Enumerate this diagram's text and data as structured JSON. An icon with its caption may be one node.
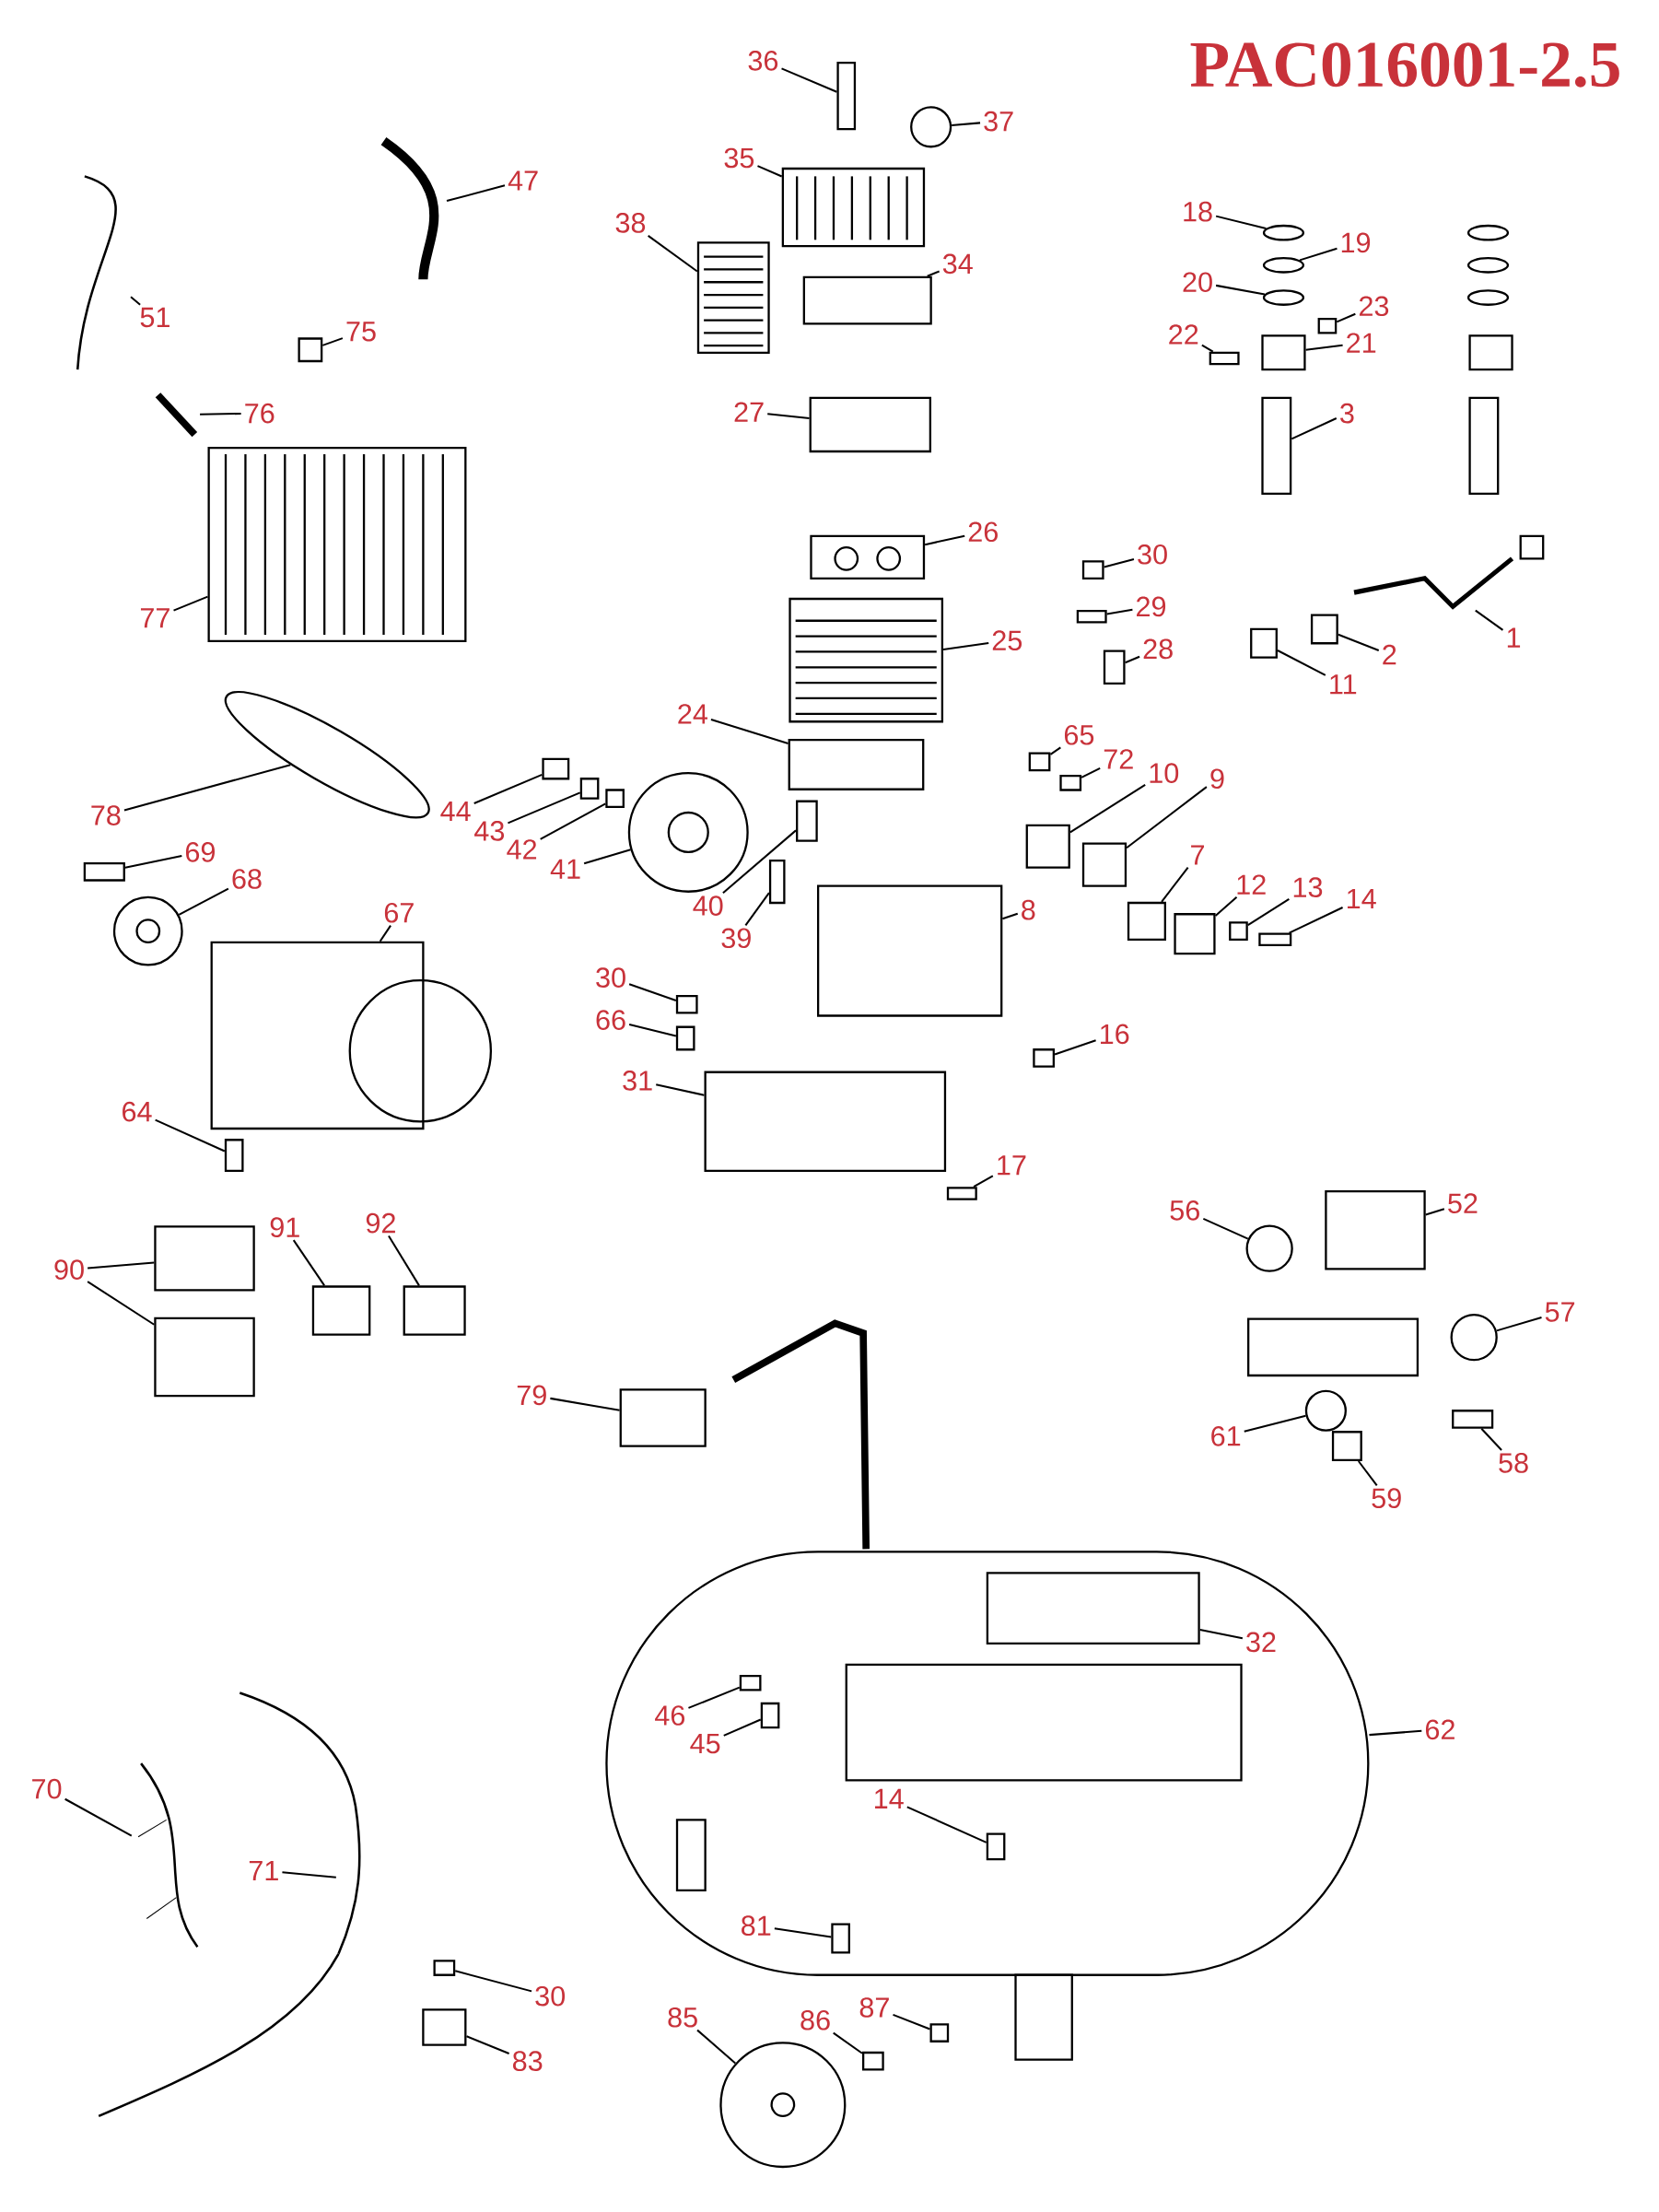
{
  "diagram": {
    "title": "PAC016001-2.5",
    "nodes": [
      {
        "text": [],
        "shape": "cylinder"
      },
      {
        "text": [
          "36"
        ]
      },
      {
        "text": [
          "37"
        ]
      },
      {
        "text": [
          "35"
        ]
      },
      {
        "text": [
          "47"
        ]
      },
      {
        "text": [
          "38"
        ]
      },
      {
        "text": [
          "34"
        ]
      },
      {
        "text": [
          "51"
        ]
      },
      {
        "text": [
          "75"
        ]
      },
      {
        "text": [
          "76"
        ]
      },
      {
        "text": [
          "27"
        ]
      },
      {
        "text": [
          "18"
        ]
      },
      {
        "text": [
          "19"
        ]
      },
      {
        "text": [
          "20"
        ]
      },
      {
        "text": [
          "23"
        ]
      },
      {
        "text": [
          "22"
        ]
      },
      {
        "text": [
          "21"
        ]
      },
      {
        "text": [
          "3"
        ]
      },
      {
        "text": [
          "26"
        ]
      },
      {
        "text": [
          "30"
        ]
      },
      {
        "text": [
          "29"
        ]
      },
      {
        "text": [
          "28"
        ]
      },
      {
        "text": [
          "77"
        ]
      },
      {
        "text": [
          "1"
        ]
      },
      {
        "text": [
          "2"
        ]
      },
      {
        "text": [
          "11"
        ]
      },
      {
        "text": [
          "25"
        ]
      },
      {
        "text": [
          "24"
        ]
      },
      {
        "text": [
          "78"
        ]
      },
      {
        "text": [
          "65"
        ]
      },
      {
        "text": [
          "72"
        ]
      },
      {
        "text": [
          "10"
        ]
      },
      {
        "text": [
          "9"
        ]
      },
      {
        "text": [
          "44"
        ]
      },
      {
        "text": [
          "43"
        ]
      },
      {
        "text": [
          "42"
        ]
      },
      {
        "text": [
          "41"
        ]
      },
      {
        "text": [
          "69"
        ]
      },
      {
        "text": [
          "68"
        ]
      },
      {
        "text": [
          "40"
        ]
      },
      {
        "text": [
          "39"
        ]
      },
      {
        "text": [
          "7"
        ]
      },
      {
        "text": [
          "8"
        ]
      },
      {
        "text": [
          "12"
        ]
      },
      {
        "text": [
          "13"
        ]
      },
      {
        "text": [
          "14"
        ]
      },
      {
        "text": [
          "67"
        ]
      },
      {
        "text": [
          "30"
        ]
      },
      {
        "text": [
          "66"
        ]
      },
      {
        "text": [
          "16"
        ]
      },
      {
        "text": [
          "31"
        ]
      },
      {
        "text": [
          "64"
        ]
      },
      {
        "text": [
          "17"
        ]
      },
      {
        "text": [
          "56"
        ]
      },
      {
        "text": [
          "52"
        ]
      },
      {
        "text": [
          "90"
        ]
      },
      {
        "text": [
          "91"
        ]
      },
      {
        "text": [
          "92"
        ]
      },
      {
        "text": [
          "57"
        ]
      },
      {
        "text": [
          "79"
        ]
      },
      {
        "text": [
          "61"
        ]
      },
      {
        "text": [
          "58"
        ]
      },
      {
        "text": [
          "59"
        ]
      },
      {
        "text": [
          "32"
        ],
        "in": 0
      },
      {
        "text": [
          "62"
        ]
      },
      {
        "text": [
          "46"
        ],
        "in": 0
      },
      {
        "text": [
          "45"
        ],
        "in": 0
      },
      {
        "text": [
          "14"
        ],
        "in": 0
      },
      {
        "text": [
          "70"
        ]
      },
      {
        "text": [
          "71"
        ]
      },
      {
        "text": [
          "81"
        ],
        "in": 0
      },
      {
        "text": [
          "30"
        ]
      },
      {
        "text": [
          "87"
        ]
      },
      {
        "text": [
          "85"
        ]
      },
      {
        "text": [
          "86"
        ]
      },
      {
        "text": [
          "83"
        ]
      },
      {
        "text": [],
        "shape": "box"
      },
      {
        "text": [],
        "shape": "circle"
      },
      {
        "text": [],
        "shape": "box"
      },
      {
        "text": [],
        "shape": "picture"
      },
      {
        "text": [],
        "shape": "box"
      },
      {
        "text": [],
        "shape": "box"
      },
      {
        "text": [],
        "shape": "picture"
      },
      {
        "text": [],
        "shape": "box"
      },
      {
        "text": [],
        "shape": "picture"
      },
      {
        "text": [],
        "shape": "box"
      },
      {
        "text": [],
        "shape": "ellipse"
      },
      {
        "text": [],
        "shape": "ellipse"
      },
      {
        "text": [],
        "shape": "ellipse"
      },
      {
        "text": [],
        "shape": "box"
      },
      {
        "text": [],
        "shape": "box"
      },
      {
        "text": [],
        "shape": "box"
      },
      {
        "text": [],
        "shape": "box"
      },
      {
        "text": [],
        "shape": "box"
      },
      {
        "text": [],
        "shape": "box"
      },
      {
        "text": [],
        "shape": "box"
      },
      {
        "text": [],
        "shape": "box"
      },
      {
        "text": [],
        "shape": "box"
      },
      {
        "text": [],
        "shape": "picture"
      },
      {
        "text": [],
        "shape": "box"
      },
      {
        "text": [],
        "shape": "box"
      },
      {
        "text": [],
        "shape": "box"
      },
      {
        "text": [],
        "shape": "box"
      },
      {
        "text": [],
        "shape": "ellipse"
      },
      {
        "text": [],
        "shape": "box"
      },
      {
        "text": [],
        "shape": "box"
      },
      {
        "text": [],
        "shape": "box"
      },
      {
        "text": [],
        "shape": "box"
      },
      {
        "text": [],
        "shape": "box"
      },
      {
        "text": [],
        "shape": "box"
      },
      {
        "text": [],
        "shape": "box"
      },
      {
        "text": [],
        "shape": "circle"
      },
      {
        "text": [],
        "shape": "box"
      },
      {
        "text": [],
        "shape": "circle"
      },
      {
        "text": [],
        "shape": "box"
      },
      {
        "text": [],
        "shape": "box"
      },
      {
        "text": [],
        "shape": "box"
      },
      {
        "text": [],
        "shape": "box"
      },
      {
        "text": [],
        "shape": "box"
      },
      {
        "text": [],
        "shape": "box"
      },
      {
        "text": [],
        "shape": "box"
      },
      {
        "text": [],
        "shape": "box"
      },
      {
        "text": [],
        "shape": "box"
      },
      {
        "text": [],
        "shape": "box"
      },
      {
        "text": [],
        "shape": "box"
      },
      {
        "text": [],
        "shape": "box"
      },
      {
        "text": [],
        "shape": "box"
      },
      {
        "text": [],
        "shape": "box"
      },
      {
        "text": [],
        "shape": "circle"
      },
      {
        "text": [],
        "shape": "box"
      },
      {
        "text": [],
        "shape": "box"
      },
      {
        "text": [],
        "shape": "box"
      },
      {
        "text": [],
        "shape": "box"
      },
      {
        "text": [],
        "shape": "box"
      },
      {
        "text": [],
        "shape": "circle"
      },
      {
        "text": [],
        "shape": "box"
      },
      {
        "text": [],
        "shape": "circle"
      },
      {
        "text": [],
        "shape": "box"
      },
      {
        "text": [],
        "shape": "box"
      },
      {
        "text": [],
        "shape": "box",
        "in": 0
      },
      {
        "text": [],
        "shape": "box",
        "in": 0
      },
      {
        "text": [],
        "shape": "box",
        "in": 0
      },
      {
        "text": [],
        "shape": "box",
        "in": 0
      },
      {
        "text": [],
        "shape": "picture"
      },
      {
        "text": [],
        "shape": "picture"
      },
      {
        "text": [],
        "shape": "box",
        "in": 0
      },
      {
        "text": [],
        "shape": "box"
      },
      {
        "text": [],
        "shape": "box"
      },
      {
        "text": [],
        "shape": "circle"
      },
      {
        "text": [],
        "shape": "box"
      },
      {
        "text": [],
        "shape": "box"
      }
    ],
    "edges": [
      {
        "from": 1,
        "to": 76,
        "arrow": "none"
      },
      {
        "from": 2,
        "to": 77,
        "arrow": "none"
      },
      {
        "from": 3,
        "to": 78,
        "arrow": "none"
      },
      {
        "from": 4,
        "to": 79,
        "arrow": "none"
      },
      {
        "from": 5,
        "to": 80,
        "arrow": "none"
      },
      {
        "from": 6,
        "to": 81,
        "arrow": "none"
      },
      {
        "from": 7,
        "to": 82,
        "arrow": "none"
      },
      {
        "from": 8,
        "to": 83,
        "arrow": "none"
      },
      {
        "from": 9,
        "to": 84,
        "arrow": "none"
      },
      {
        "from": 10,
        "to": 85,
        "arrow": "none"
      },
      {
        "from": 11,
        "to": 86,
        "arrow": "none"
      },
      {
        "from": 12,
        "to": 87,
        "arrow": "none"
      },
      {
        "from": 13,
        "to": 88,
        "arrow": "none"
      },
      {
        "from": 14,
        "to": 89,
        "arrow": "none"
      },
      {
        "from": 15,
        "to": 90,
        "arrow": "none"
      },
      {
        "from": 16,
        "to": 91,
        "arrow": "none"
      },
      {
        "from": 17,
        "to": 92,
        "arrow": "none"
      },
      {
        "from": 18,
        "to": 93,
        "arrow": "none"
      },
      {
        "from": 19,
        "to": 94,
        "arrow": "none"
      },
      {
        "from": 20,
        "to": 95,
        "arrow": "none"
      },
      {
        "from": 21,
        "to": 96,
        "arrow": "none"
      },
      {
        "from": 22,
        "to": 97,
        "arrow": "none"
      },
      {
        "from": 23,
        "to": 98,
        "arrow": "none"
      },
      {
        "from": 24,
        "to": 99,
        "arrow": "none"
      },
      {
        "from": 25,
        "to": 100,
        "arrow": "none"
      },
      {
        "from": 26,
        "to": 101,
        "arrow": "none"
      },
      {
        "from": 27,
        "to": 102,
        "arrow": "none"
      },
      {
        "from": 28,
        "to": 103,
        "arrow": "none"
      },
      {
        "from": 29,
        "to": 104,
        "arrow": "none"
      },
      {
        "from": 30,
        "to": 105,
        "arrow": "none"
      },
      {
        "from": 31,
        "to": 106,
        "arrow": "none"
      },
      {
        "from": 32,
        "to": 107,
        "arrow": "none"
      },
      {
        "from": 33,
        "to": 108,
        "arrow": "none"
      },
      {
        "from": 34,
        "to": 109,
        "arrow": "none"
      },
      {
        "from": 35,
        "to": 110,
        "arrow": "none"
      },
      {
        "from": 36,
        "to": 111,
        "arrow": "none"
      },
      {
        "from": 37,
        "to": 112,
        "arrow": "none"
      },
      {
        "from": 38,
        "to": 113,
        "arrow": "none"
      },
      {
        "from": 39,
        "to": 114,
        "arrow": "none"
      },
      {
        "from": 40,
        "to": 115,
        "arrow": "none"
      },
      {
        "from": 41,
        "to": 116,
        "arrow": "none"
      },
      {
        "from": 42,
        "to": 117,
        "arrow": "none"
      },
      {
        "from": 43,
        "to": 118,
        "arrow": "none"
      },
      {
        "from": 44,
        "to": 119,
        "arrow": "none"
      },
      {
        "from": 45,
        "to": 120,
        "arrow": "none"
      },
      {
        "from": 46,
        "to": 121,
        "arrow": "none"
      },
      {
        "from": 47,
        "to": 122,
        "arrow": "none"
      },
      {
        "from": 48,
        "to": 123,
        "arrow": "none"
      },
      {
        "from": 49,
        "to": 124,
        "arrow": "none"
      },
      {
        "from": 50,
        "to": 125,
        "arrow": "none"
      },
      {
        "from": 51,
        "to": 126,
        "arrow": "none"
      },
      {
        "from": 52,
        "to": 127,
        "arrow": "none"
      },
      {
        "from": 53,
        "to": 128,
        "arrow": "none"
      },
      {
        "from": 54,
        "to": 129,
        "arrow": "none"
      },
      {
        "from": 55,
        "to": 130,
        "arrow": "none"
      },
      {
        "from": 55,
        "to": 131,
        "arrow": "none"
      },
      {
        "from": 56,
        "to": 132,
        "arrow": "none"
      },
      {
        "from": 57,
        "to": 133,
        "arrow": "none"
      },
      {
        "from": 58,
        "to": 134,
        "arrow": "none"
      },
      {
        "from": 59,
        "to": 135,
        "arrow": "none"
      },
      {
        "from": 60,
        "to": 136,
        "arrow": "none"
      },
      {
        "from": 61,
        "to": 137,
        "arrow": "none"
      },
      {
        "from": 62,
        "to": 138,
        "arrow": "none"
      },
      {
        "from": 63,
        "to": 139,
        "arrow": "none"
      },
      {
        "from": 64,
        "to": 0,
        "arrow": "none"
      },
      {
        "from": 65,
        "to": 140,
        "arrow": "none"
      },
      {
        "from": 66,
        "to": 141,
        "arrow": "none"
      },
      {
        "from": 67,
        "to": 142,
        "arrow": "none"
      },
      {
        "from": 68,
        "to": 143,
        "arrow": "none"
      },
      {
        "from": 69,
        "to": 144,
        "arrow": "none"
      },
      {
        "from": 70,
        "to": 145,
        "arrow": "none"
      },
      {
        "from": 71,
        "to": 146,
        "arrow": "none"
      },
      {
        "from": 72,
        "to": 147,
        "arrow": "none"
      },
      {
        "from": 73,
        "to": 148,
        "arrow": "none"
      },
      {
        "from": 74,
        "to": 149,
        "arrow": "none"
      },
      {
        "from": 75,
        "to": 150,
        "arrow": "none"
      }
    ]
  }
}
